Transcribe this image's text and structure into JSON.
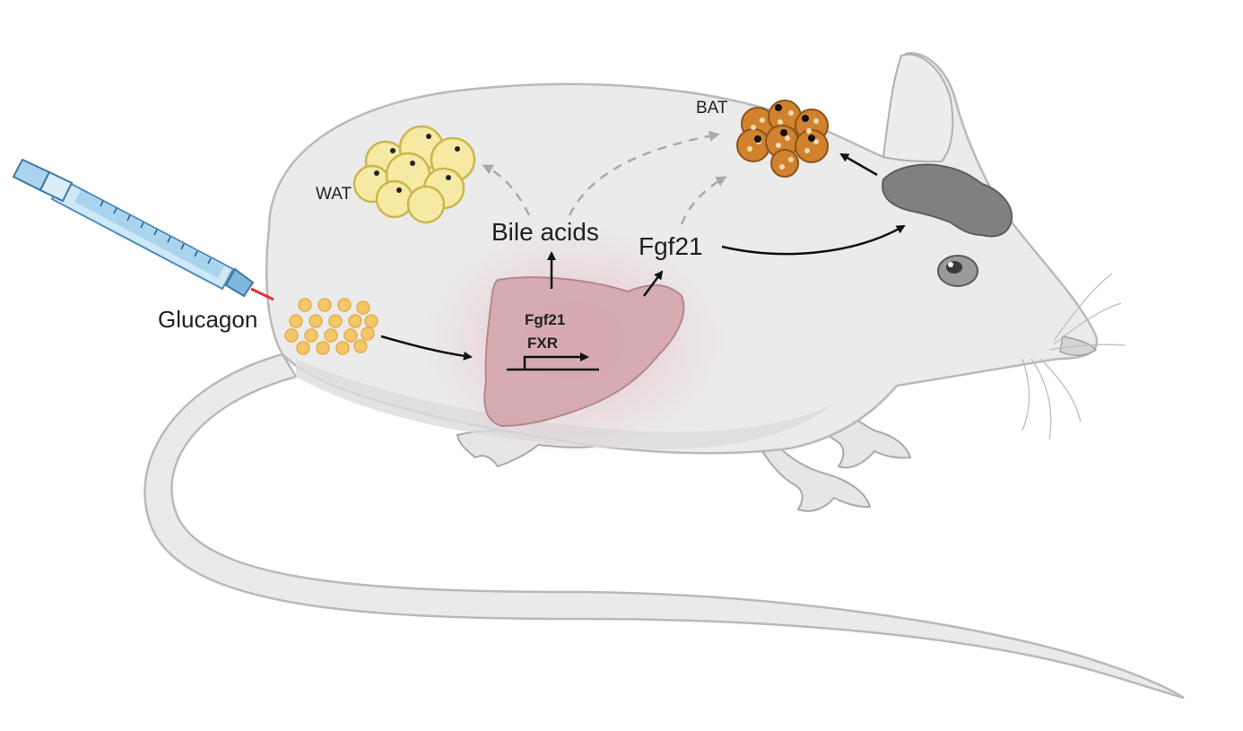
{
  "labels": {
    "glucagon": "Glucagon",
    "wat": "WAT",
    "bat": "BAT",
    "bile_acids": "Bile acids",
    "fgf21_secreted": "Fgf21",
    "liver_fgf21": "Fgf21",
    "liver_fxr": "FXR"
  },
  "colors": {
    "mouse_body": "#e9e9ea",
    "mouse_outline": "#b9b9bb",
    "liver": "#c89ea3",
    "wat_cell": "#f4e7a0",
    "bat_cell": "#d07f2d",
    "brain": "#7d7d7f",
    "glucagon_dot": "#f5c66a",
    "syringe_barrel": "#bfe0f3",
    "syringe_accent": "#3b8fc4",
    "arrow_solid": "#111111",
    "arrow_dashed": "#a9a9a9"
  },
  "icons": {
    "syringe": "syringe-icon",
    "brain": "brain-icon",
    "liver": "liver-icon"
  }
}
